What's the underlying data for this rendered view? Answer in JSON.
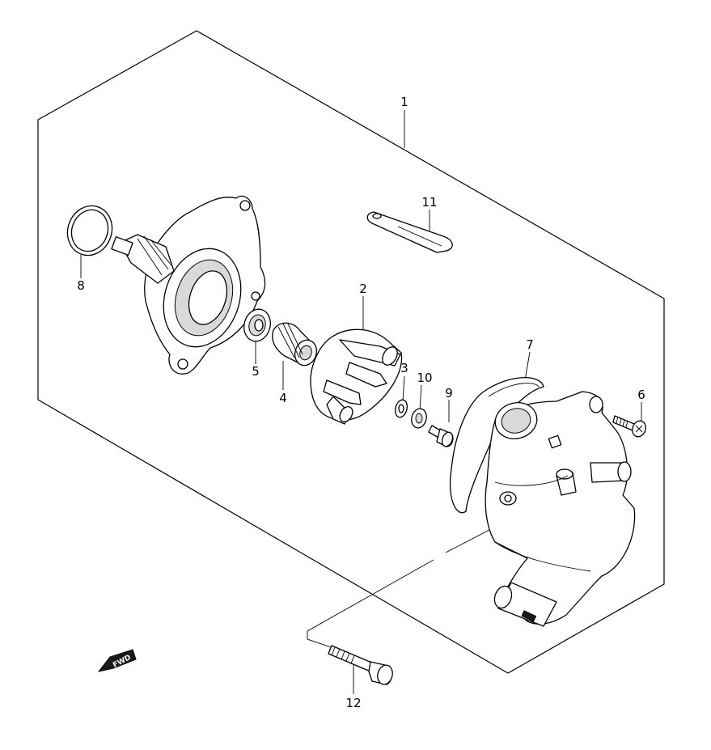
{
  "callouts": {
    "c1": "1",
    "c2": "2",
    "c3": "3",
    "c4": "4",
    "c5": "5",
    "c6": "6",
    "c7": "7",
    "c8": "8",
    "c9": "9",
    "c10": "10",
    "c11": "11",
    "c12": "12"
  },
  "direction_badge": "FWD"
}
